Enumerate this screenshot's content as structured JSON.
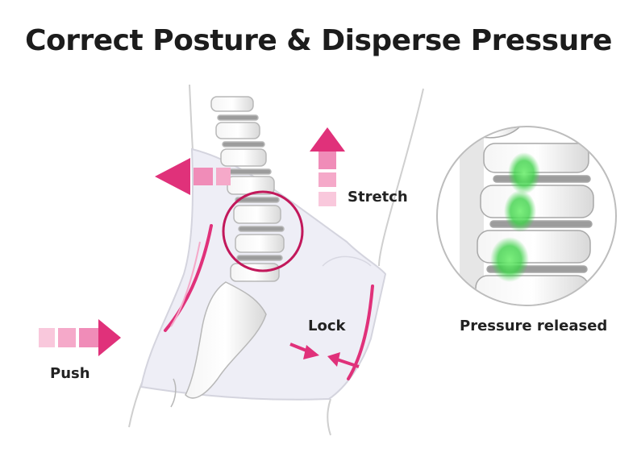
{
  "title": "Correct Posture & Disperse Pressure",
  "labels": {
    "stretch": "Stretch",
    "lock": "Lock",
    "push": "Push",
    "pressure_released": "Pressure released"
  },
  "colors": {
    "accent": "#e0317a",
    "accent_light": "#f5a9c9",
    "relief_green": "#3fd24a",
    "outline": "#c9c9c9",
    "brace": "#eeeef6"
  }
}
